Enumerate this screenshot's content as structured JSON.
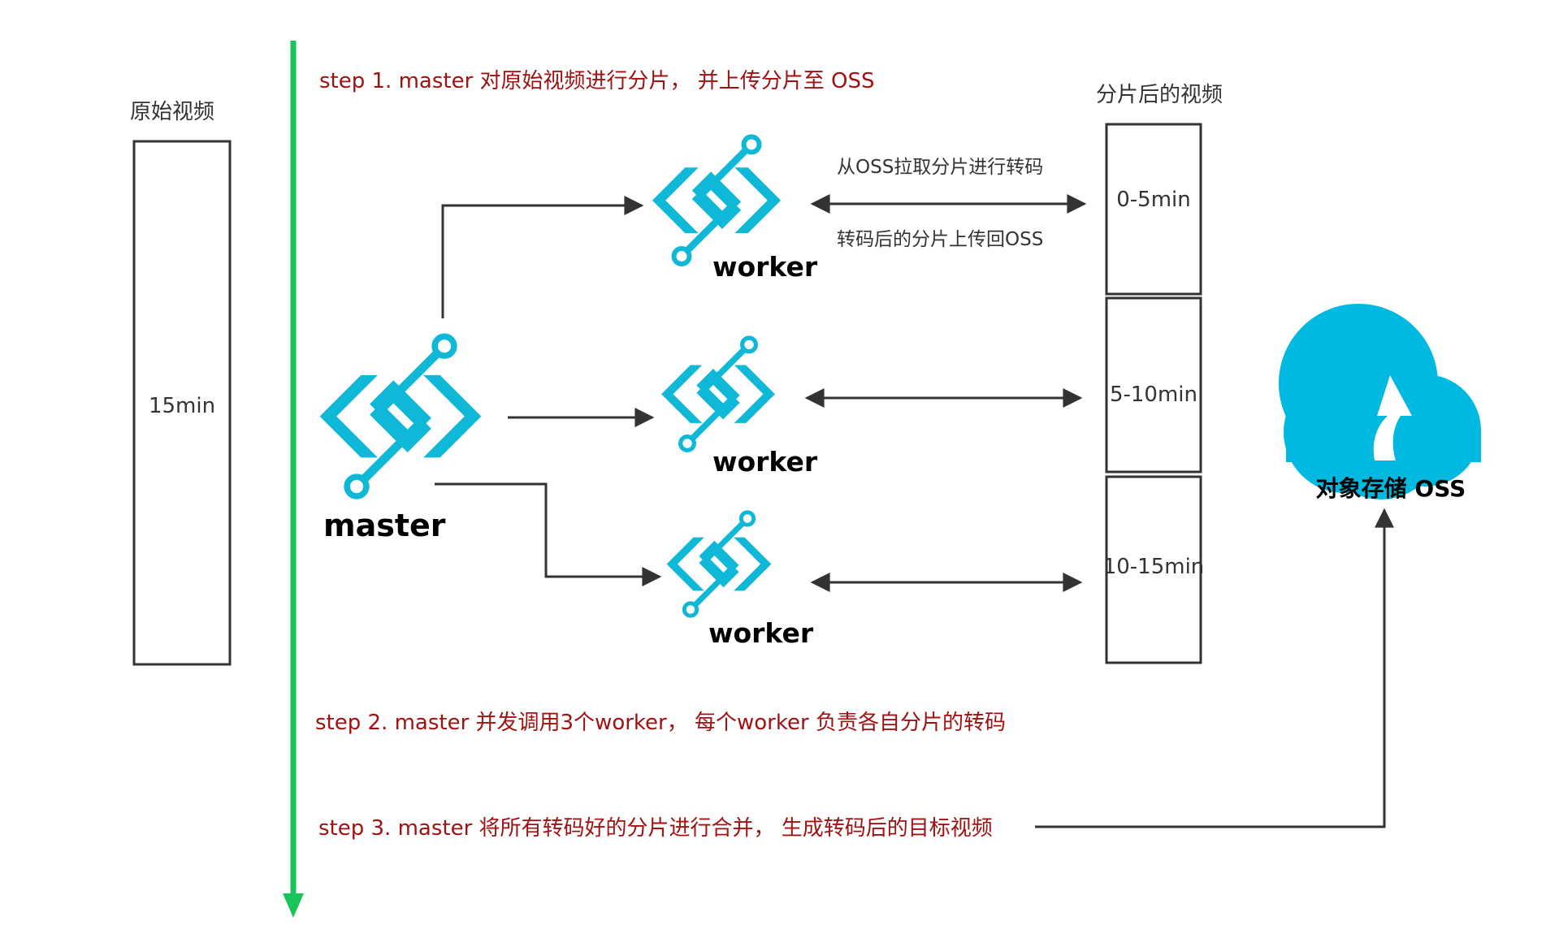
{
  "steps": {
    "step1": "step 1. master 对原始视频进行分片， 并上传分片至 OSS",
    "step2": "step 2. master 并发调用3个worker， 每个worker 负责各自分片的转码",
    "step3": "step 3. master 将所有转码好的分片进行合并， 生成转码后的目标视频"
  },
  "original": {
    "title": "原始视频",
    "duration": "15min"
  },
  "segments": {
    "title": "分片后的视频",
    "items": [
      "0-5min",
      "5-10min",
      "10-15min"
    ]
  },
  "master_label": "master",
  "workers": [
    "worker",
    "worker",
    "worker"
  ],
  "oss_notes": {
    "pull": "从OSS拉取分片进行转码",
    "push": "转码后的分片上传回OSS"
  },
  "oss_label": "对象存储 OSS",
  "colors": {
    "timeline": "#19c55a",
    "icon": "#10b8d8",
    "cloud": "#00b9e0",
    "arrow": "#333333",
    "step_text": "#a01212"
  }
}
